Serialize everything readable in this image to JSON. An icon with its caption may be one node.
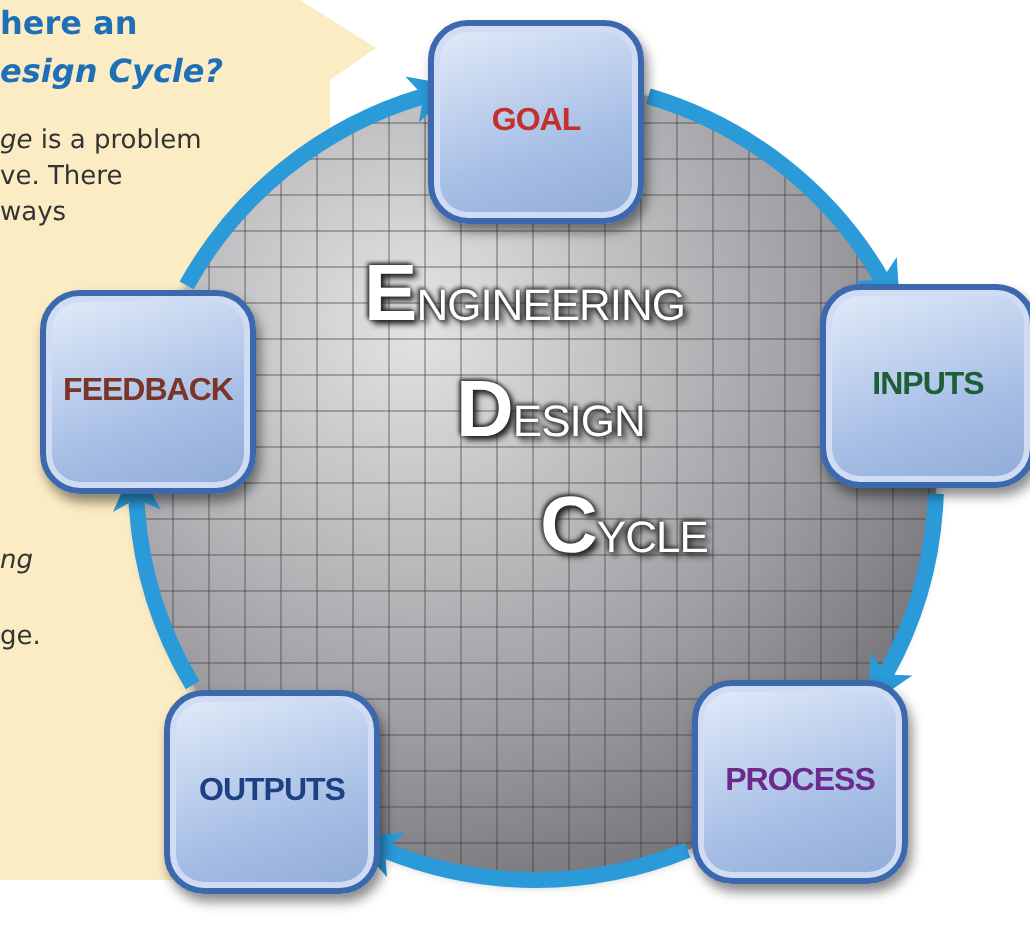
{
  "diagram": {
    "nodes": [
      {
        "text": [
          "GOAL"
        ]
      },
      {
        "text": [
          "INPUTS"
        ]
      },
      {
        "text": [
          "PROCESS"
        ]
      },
      {
        "text": [
          "OUTPUTS"
        ]
      },
      {
        "text": [
          "FEEDBACK"
        ]
      }
    ],
    "edges": [
      {
        "from": 0,
        "to": 1,
        "arrow": "to"
      },
      {
        "from": 1,
        "to": 2,
        "arrow": "to"
      },
      {
        "from": 2,
        "to": 3,
        "arrow": "to"
      },
      {
        "from": 3,
        "to": 4,
        "arrow": "to"
      },
      {
        "from": 4,
        "to": 0,
        "arrow": "to"
      }
    ],
    "labels": [
      "here an",
      "esign Cycle?",
      "*ge* is a problem",
      "ve. There",
      "ways",
      "ng",
      "ge.",
      "ENGINEERING",
      "DESIGN",
      "CYCLE"
    ]
  }
}
